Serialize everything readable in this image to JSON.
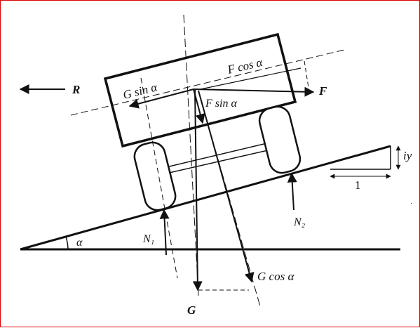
{
  "diagram": {
    "labels": {
      "resistance": "R",
      "traction": "F",
      "traction_parallel": "F cos α",
      "traction_normal": "F sin α",
      "weight_parallel": "G sin α",
      "weight_normal": "G cos α",
      "weight": "G",
      "normal_front": "N₁",
      "normal_rear": "N₂",
      "angle": "α",
      "grade_rise": "iy",
      "grade_run": "1"
    },
    "colors": {
      "ink": "#111111",
      "frame": "#d90000",
      "background": "#ffffff"
    }
  }
}
